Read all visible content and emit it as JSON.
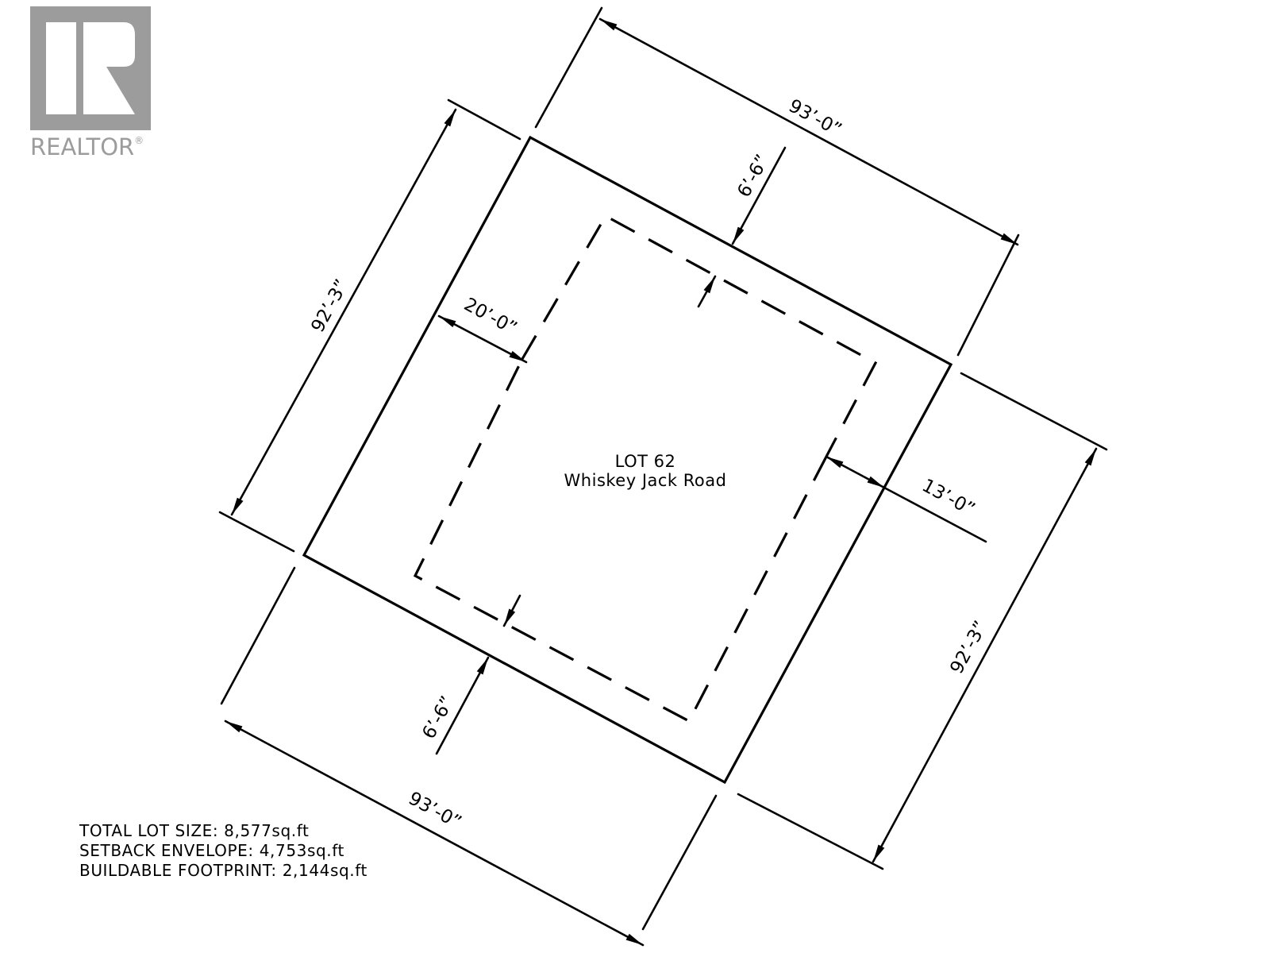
{
  "logo": {
    "text": "REALTOR",
    "mark": "®",
    "color": "#9c9c9c"
  },
  "lot": {
    "title": "LOT 62",
    "road": "Whiskey Jack Road"
  },
  "dimensions": {
    "top_width": "93’-0”",
    "bottom_width": "93’-0”",
    "left_depth": "92’-3”",
    "right_depth": "92’-3”",
    "front_setback": "6’-6”",
    "rear_setback": "6’-6”",
    "left_setback": "20’-0”",
    "right_setback": "13’-0”"
  },
  "summary": {
    "total_lot_size": "TOTAL LOT SIZE: 8,577sq.ft",
    "setback_envelope": "SETBACK ENVELOPE: 4,753sq.ft",
    "buildable_footprint": "BUILDABLE FOOTPRINT: 2,144sq.ft"
  }
}
